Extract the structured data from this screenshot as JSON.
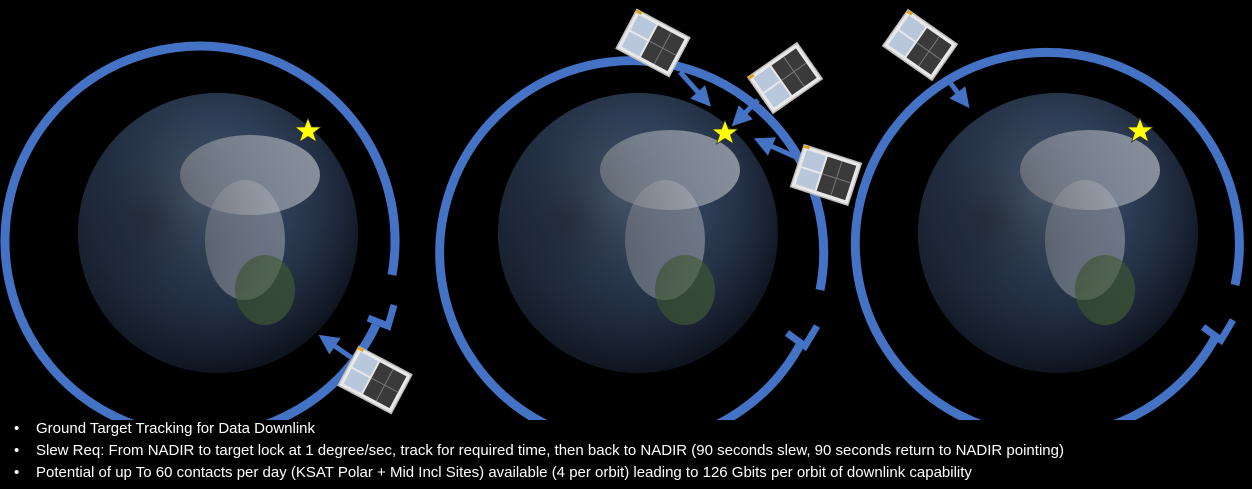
{
  "diagram": {
    "panels": [
      {
        "id": "panel-1",
        "state": "approach"
      },
      {
        "id": "panel-2",
        "state": "tracking"
      },
      {
        "id": "panel-3",
        "state": "return"
      }
    ],
    "target_marker": "star-icon",
    "orbit_color": "#4472c4",
    "star_color": "#ffff00",
    "bullet_symbol": "•"
  },
  "bullets": [
    {
      "text": "Ground Target Tracking for Data Downlink"
    },
    {
      "text": "Slew Req: From NADIR to target lock at 1 degree/sec, track for required time, then back to NADIR (90 seconds slew, 90 seconds return to NADIR pointing)"
    },
    {
      "text": "Potential of up To 60 contacts per day (KSAT Polar + Mid Incl Sites) available (4 per orbit) leading to 126 Gbits per orbit of downlink capability"
    }
  ]
}
